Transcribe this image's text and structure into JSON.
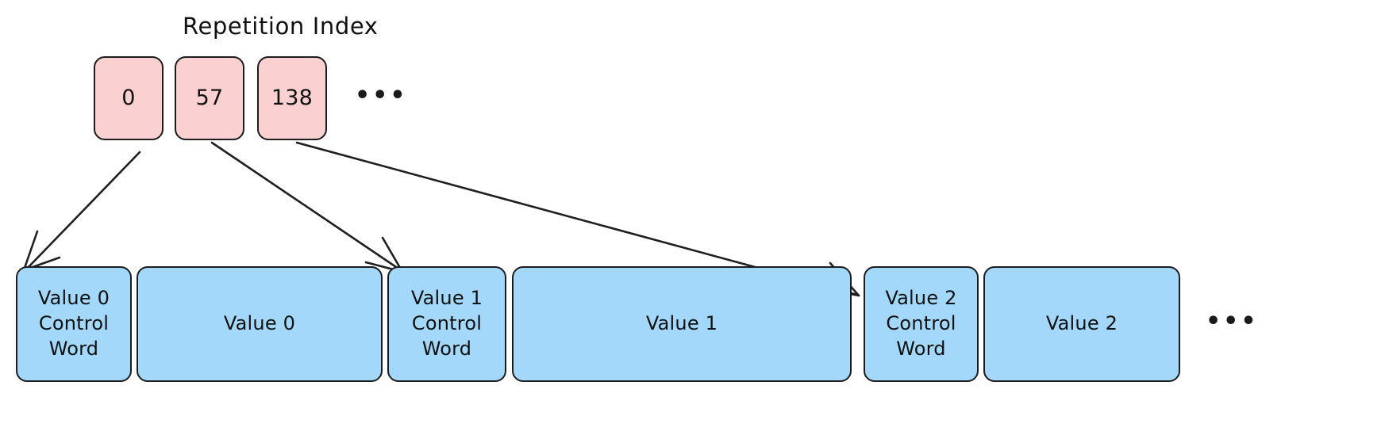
{
  "diagram": {
    "title": "Repetition Index",
    "background_color": "#ffffff",
    "stroke_color": "#1f1f1f",
    "index_fill_color": "#fbd0d0",
    "value_fill_color": "#a3d8fb",
    "index_row": {
      "label": "Repetition Index",
      "items": [
        {
          "id": "index-0",
          "value": "0"
        },
        {
          "id": "index-1",
          "value": "57"
        },
        {
          "id": "index-2",
          "value": "138"
        }
      ],
      "ellipsis": "•••"
    },
    "value_row": {
      "items": [
        {
          "id": "value-0-control-word",
          "label": "Value 0\nControl\nWord"
        },
        {
          "id": "value-0",
          "label": "Value 0"
        },
        {
          "id": "value-1-control-word",
          "label": "Value 1\nControl\nWord"
        },
        {
          "id": "value-1",
          "label": "Value 1"
        },
        {
          "id": "value-2-control-word",
          "label": "Value 2\nControl\nWord"
        },
        {
          "id": "value-2",
          "label": "Value 2"
        }
      ],
      "ellipsis": "•••"
    },
    "arrows": [
      {
        "id": "arrow-index0-to-value0-control-word",
        "from": "index-0",
        "to": "value-0-control-word"
      },
      {
        "id": "arrow-index57-to-value1-control-word",
        "from": "index-1",
        "to": "value-1-control-word"
      },
      {
        "id": "arrow-index138-to-value2-control-word",
        "from": "index-2",
        "to": "value-2-control-word"
      }
    ]
  }
}
